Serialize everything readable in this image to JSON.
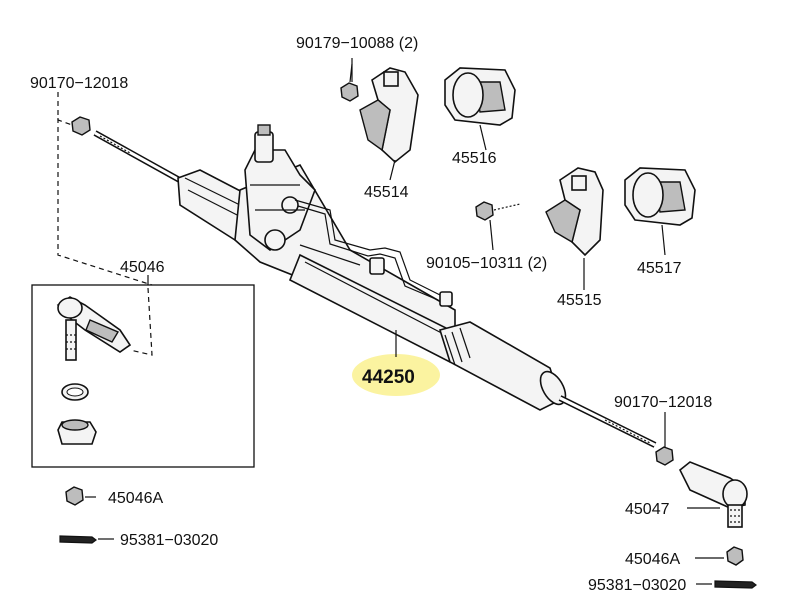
{
  "labels": {
    "bolt_top": "90179−10088 (2)",
    "nut_left": "90170−12018",
    "bracket_upper": "45514",
    "bushing_upper": "45516",
    "tie_rod_assy": "45046",
    "bolt_mid": "90105−10311 (2)",
    "bushing_lower": "45517",
    "bracket_lower": "45515",
    "rack_assembly": "44250",
    "nut_right": "90170−12018",
    "tie_rod_end": "45047",
    "nut_left_small": "45046A",
    "nut_right_small": "45046A",
    "cotter_left": "95381−03020",
    "cotter_right": "95381−03020"
  },
  "colors": {
    "highlight": "#fbf3a0",
    "ink": "#111111"
  }
}
